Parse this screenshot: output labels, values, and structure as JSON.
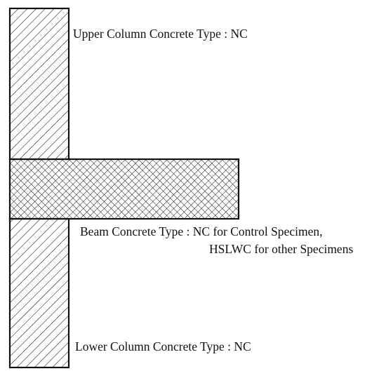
{
  "labels": {
    "upper_column": "Upper Column Concrete Type : NC",
    "beam_line1": "Beam Concrete Type : NC for Control Specimen,",
    "beam_line2": "HSLWC for other Specimens",
    "lower_column": "Lower Column Concrete Type : NC"
  },
  "colors": {
    "stroke": "#111111",
    "background": "#ffffff"
  }
}
